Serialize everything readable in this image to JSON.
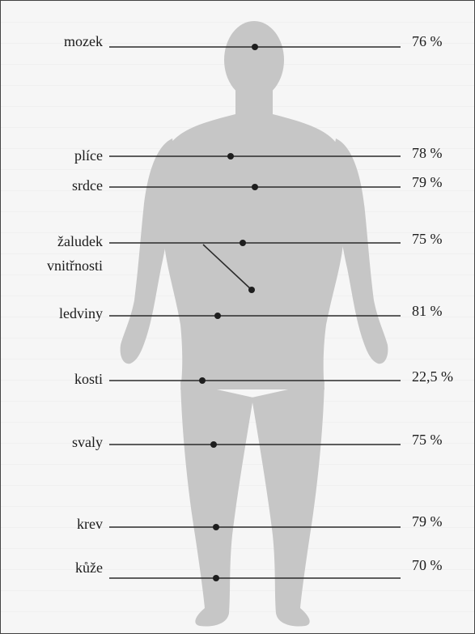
{
  "organs": [
    {
      "label": "mozek",
      "value": "76 %"
    },
    {
      "label": "plíce",
      "value": "78 %"
    },
    {
      "label": "srdce",
      "value": "79 %"
    },
    {
      "label": "žaludek",
      "value": "75 %"
    },
    {
      "label": "vnitřnosti",
      "value": ""
    },
    {
      "label": "ledviny",
      "value": "81 %"
    },
    {
      "label": "kosti",
      "value": "22,5 %"
    },
    {
      "label": "svaly",
      "value": "75 %"
    },
    {
      "label": "krev",
      "value": "79 %"
    },
    {
      "label": "kůže",
      "value": "70 %"
    }
  ],
  "colors": {
    "silhouette": "#c6c6c6",
    "line": "#2a2a2a",
    "dot": "#1e1e1e"
  }
}
